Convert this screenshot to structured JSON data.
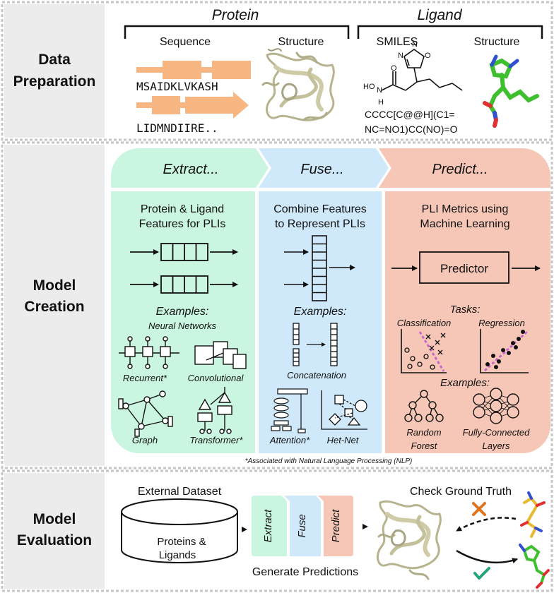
{
  "colors": {
    "extract": "#c9f5e1",
    "fuse": "#cfe9fa",
    "predict": "#f6c7b6",
    "protein_orange": "#f8b682",
    "row_label_bg": "#ececec",
    "border_dash": "#c6c6c6",
    "ligand_green": "#3dbf2e",
    "cross_orange": "#e0731c",
    "check_green": "#23a37a",
    "dashed_line_pink": "#cc66cc"
  },
  "rows": {
    "data_preparation": "Data Preparation",
    "model_creation": "Model Creation",
    "model_evaluation": "Model Evaluation"
  },
  "data_prep": {
    "protein_title": "Protein",
    "ligand_title": "Ligand",
    "sequence_label": "Sequence",
    "protein_structure_label": "Structure",
    "seq_line1": "MSAIDKLVKASH",
    "seq_line2": "LIDMNDIIRE..",
    "smiles_label": "SMILES",
    "ligand_structure_label": "Structure",
    "smiles_line1": "CCCC[C@@H](C1=",
    "smiles_line2": "NC=NO1)CC(NO)=O",
    "atom_labels": [
      "N",
      "O",
      "N",
      "O",
      "HO",
      "N",
      "H"
    ]
  },
  "model_creation": {
    "extract": {
      "header": "Extract...",
      "title_line1": "Protein & Ligand",
      "title_line2": "Features for PLIs",
      "examples": "Examples:",
      "subheading": "Neural Networks",
      "nets": [
        "Recurrent*",
        "Convolutional",
        "Graph",
        "Transformer*"
      ]
    },
    "fuse": {
      "header": "Fuse...",
      "title_line1": "Combine Features",
      "title_line2": "to Represent PLIs",
      "examples": "Examples:",
      "methods": [
        "Concatenation",
        "Attention*",
        "Het-Net"
      ]
    },
    "predict": {
      "header": "Predict...",
      "title_line1": "PLI Metrics using",
      "title_line2": "Machine Learning",
      "predictor": "Predictor",
      "tasks": "Tasks:",
      "task_names": [
        "Classification",
        "Regression"
      ],
      "examples": "Examples:",
      "models": [
        "Random",
        "Forest",
        "Fully-Connected",
        "Layers"
      ]
    },
    "footnote": "*Associated with Natural Language Processing (NLP)"
  },
  "evaluation": {
    "dataset_label": "External Dataset",
    "cylinder_line1": "Proteins &",
    "cylinder_line2": "Ligands",
    "steps": [
      "Extract",
      "Fuse",
      "Predict"
    ],
    "generate": "Generate Predictions",
    "ground_truth": "Check Ground Truth"
  }
}
